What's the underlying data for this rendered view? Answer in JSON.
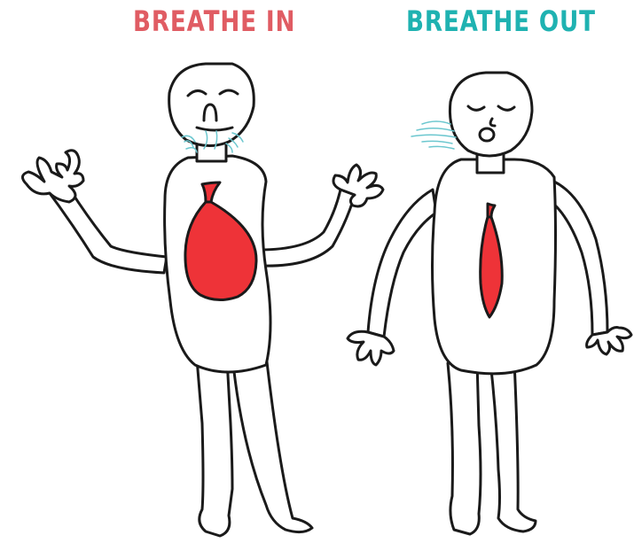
{
  "labels": {
    "breathe_in": "BREATHE IN",
    "breathe_out": "BREATHE OUT"
  },
  "colors": {
    "breathe_in": "#e05c63",
    "breathe_out": "#1fb2b1",
    "lung": "#ee3338",
    "outline": "#1a1a1a",
    "breath": "#6cc7cf"
  },
  "icons": {
    "inhale_figure": "person-inhaling-icon",
    "exhale_figure": "person-exhaling-icon",
    "inhale_lung": "inflated-lung-icon",
    "exhale_lung": "deflated-lung-icon",
    "inhale_air": "air-intake-icon",
    "exhale_air": "air-outflow-icon"
  },
  "lung_fill": {
    "inhale": 1.0,
    "exhale": 0.25
  }
}
